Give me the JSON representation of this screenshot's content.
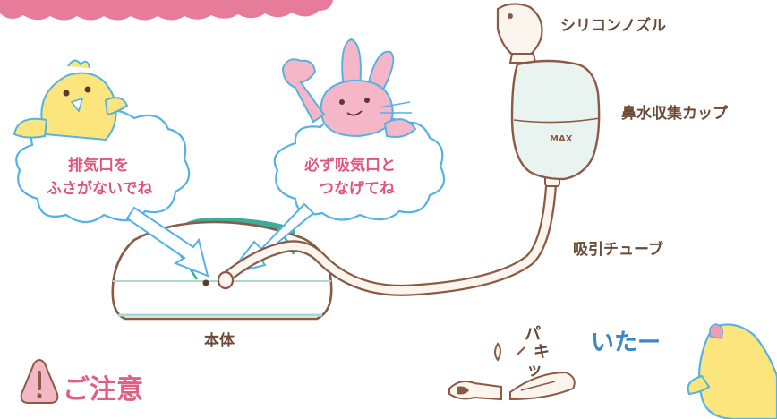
{
  "bubbles": {
    "left": [
      "排気口を",
      "ふさがないでね"
    ],
    "right": [
      "必ず吸気口と",
      "つなげてね"
    ]
  },
  "labels": {
    "nozzle": "シリコンノズル",
    "cup": "鼻水収集カップ",
    "tube": "吸引チューブ",
    "body": "本体",
    "cup_max": "MAX"
  },
  "sfx": {
    "snap": [
      "パ",
      "キ",
      "ッ"
    ],
    "ouch": "いたー"
  },
  "caution": {
    "title": "ご注意"
  },
  "colors": {
    "outline": "#8a5a44",
    "pink_banner": "#e67c99",
    "teal": "#3dac9b",
    "cup_fill": "#e9f4f1",
    "bubble_edge": "#55b2e4",
    "chick": "#fbe57c",
    "rabbit": "#f5b7c7"
  }
}
